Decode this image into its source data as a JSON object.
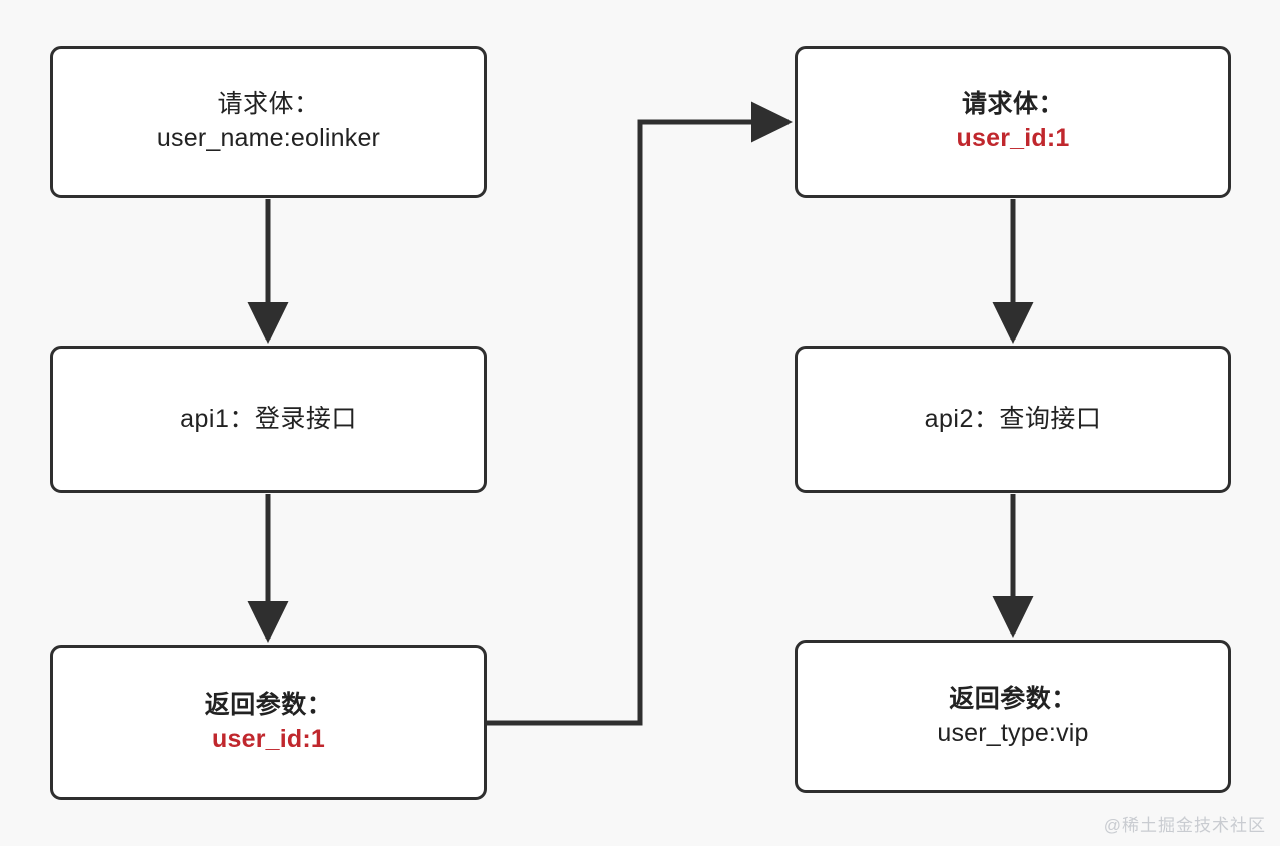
{
  "diagram": {
    "background_color": "#f8f8f8",
    "node_border_color": "#2f2f2f",
    "node_fill_color": "#ffffff",
    "highlight_color": "#c0272d",
    "text_color": "#222222",
    "nodes": [
      {
        "id": "req-login",
        "line1": "请求体：",
        "line2": "user_name:eolinker",
        "line1_style": "plain",
        "line2_style": "plain"
      },
      {
        "id": "api1",
        "line1": "api1：登录接口",
        "line2": "",
        "line1_style": "plain",
        "line2_style": "plain"
      },
      {
        "id": "resp-login",
        "line1": "返回参数：",
        "line2": "user_id:1",
        "line1_style": "bold",
        "line2_style": "red"
      },
      {
        "id": "req-query",
        "line1": "请求体：",
        "line2": "user_id:1",
        "line1_style": "bold",
        "line2_style": "red"
      },
      {
        "id": "api2",
        "line1": "api2：查询接口",
        "line2": "",
        "line1_style": "plain",
        "line2_style": "plain"
      },
      {
        "id": "resp-query",
        "line1": "返回参数：",
        "line2": "user_type:vip",
        "line1_style": "bold",
        "line2_style": "plain"
      }
    ],
    "edges": [
      {
        "id": "edge-req-login-to-api1",
        "from": "req-login",
        "to": "api1",
        "kind": "vertical-arrow"
      },
      {
        "id": "edge-api1-to-resp-login",
        "from": "api1",
        "to": "resp-login",
        "kind": "vertical-arrow"
      },
      {
        "id": "edge-resp-login-to-req-query",
        "from": "resp-login",
        "to": "req-query",
        "kind": "elbow-arrow"
      },
      {
        "id": "edge-req-query-to-api2",
        "from": "req-query",
        "to": "api2",
        "kind": "vertical-arrow"
      },
      {
        "id": "edge-api2-to-resp-query",
        "from": "api2",
        "to": "resp-query",
        "kind": "vertical-arrow"
      }
    ]
  },
  "watermark": {
    "text": "@稀土掘金技术社区"
  }
}
